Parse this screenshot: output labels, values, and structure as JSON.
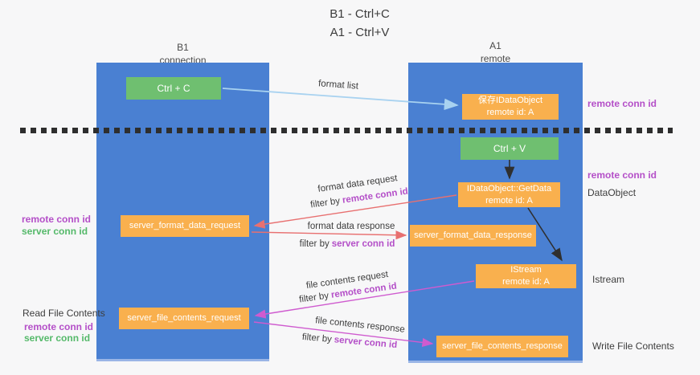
{
  "title": {
    "line1": "B1 - Ctrl+C",
    "line2": "A1 - Ctrl+V"
  },
  "lanes": {
    "left": {
      "header1": "B1",
      "header2": "connection"
    },
    "right": {
      "header1": "A1",
      "header2": "remote"
    }
  },
  "nodes": {
    "ctrl_c": "Ctrl + C",
    "save_idataobject1": "保存IDataObject",
    "save_idataobject2": "remote id: A",
    "ctrl_v": "Ctrl + V",
    "getdata1": "IDataObject::GetData",
    "getdata2": "remote id: A",
    "format_request": "server_format_data_request",
    "format_response": "server_format_data_response",
    "istream1": "IStream",
    "istream2": "remote id: A",
    "file_request": "server_file_contents_request",
    "file_response": "server_file_contents_response"
  },
  "arrow_labels": {
    "format_list": "format list",
    "format_data_request": "format data request",
    "format_data_response": "format data response",
    "file_contents_request": "file contents request",
    "file_contents_response": "file contents response",
    "filter_by": "filter by"
  },
  "side_labels": {
    "remote_conn_id": "remote conn id",
    "server_conn_id": "server conn id",
    "dataobject": "DataObject",
    "istream": "Istream",
    "read_file_contents": "Read File Contents",
    "write_file_contents": "Write File Contents"
  },
  "colors": {
    "lane_blue": "#4a80d2",
    "node_green": "#6fbf70",
    "node_orange": "#f9b04e",
    "arrow_lightblue": "#a8d2f0",
    "arrow_red": "#e87070",
    "arrow_magenta": "#cf5bcf",
    "arrow_black": "#2f2f2f",
    "label_purple": "#b44fc8",
    "label_green": "#55b96a"
  }
}
